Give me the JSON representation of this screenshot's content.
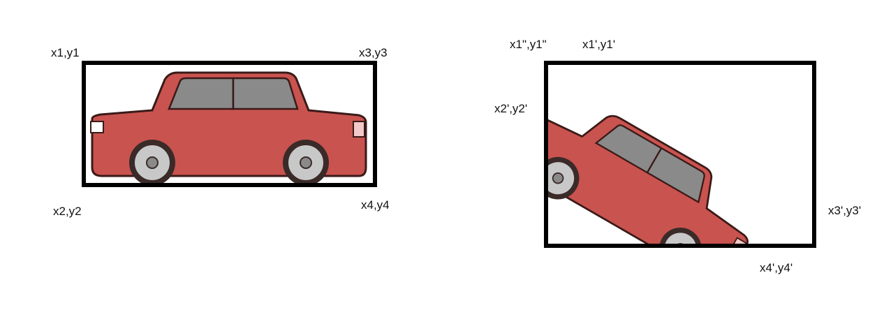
{
  "left_box": {
    "corner_labels": {
      "top_left": "x1,y1",
      "top_right": "x3,y3",
      "bottom_left": "x2,y2",
      "bottom_right": "x4,y4"
    }
  },
  "right_box": {
    "corner_labels": {
      "top_left_outer": "x1\",y1\"",
      "top_inner": "x1',y1'",
      "left": "x2',y2'",
      "right": "x3',y3'",
      "bottom": "x4',y4'"
    },
    "rotation_deg": 30
  },
  "colors": {
    "car_body": "#c9534f",
    "car_outline": "#3a1a18",
    "window": "#8a8a8a",
    "wheel_tire": "#3a2a28",
    "wheel_rim": "#c8c8c8",
    "headlight": "#ffffff",
    "taillight": "#f2c8c8",
    "box_stroke": "#000000"
  }
}
